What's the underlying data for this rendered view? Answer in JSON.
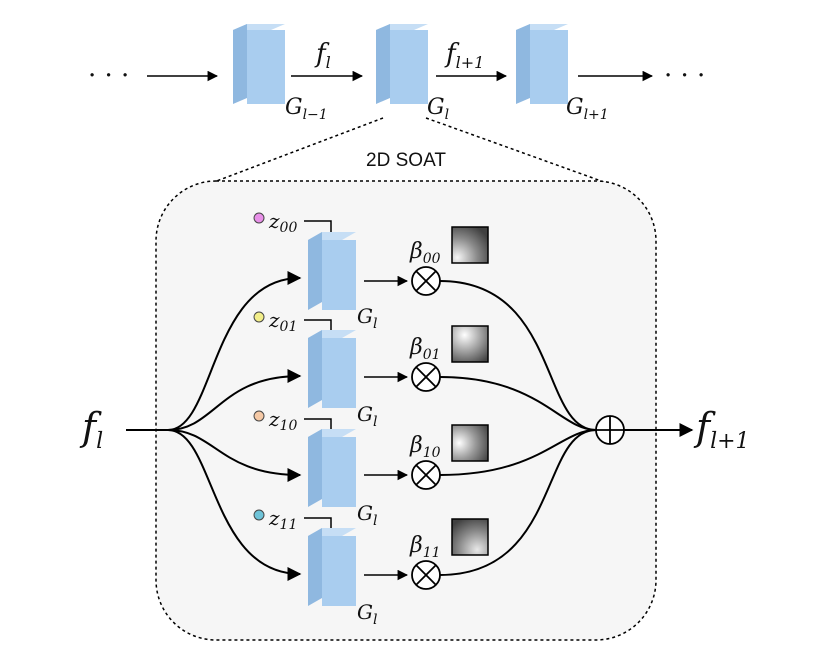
{
  "top_chain": {
    "ellipsis_left": "· · ·",
    "ellipsis_right": "· · ·",
    "blocks": [
      {
        "base": "G",
        "sub": "l−1"
      },
      {
        "base": "G",
        "sub": "l"
      },
      {
        "base": "G",
        "sub": "l+1"
      }
    ],
    "arrows": [
      {
        "base": "f",
        "sub": "l"
      },
      {
        "base": "f",
        "sub": "l+1"
      }
    ]
  },
  "soat": {
    "title": "2D SOAT",
    "input": {
      "base": "f",
      "sub": "l"
    },
    "output": {
      "base": "f",
      "sub": "l+1"
    },
    "branches": [
      {
        "z_base": "z",
        "z_sub": "00",
        "beta_base": "β",
        "beta_sub": "00",
        "g_base": "G",
        "g_sub": "l",
        "dot_color": "#e890e8"
      },
      {
        "z_base": "z",
        "z_sub": "01",
        "beta_base": "β",
        "beta_sub": "01",
        "g_base": "G",
        "g_sub": "l",
        "dot_color": "#f2ee8a"
      },
      {
        "z_base": "z",
        "z_sub": "10",
        "beta_base": "β",
        "beta_sub": "10",
        "g_base": "G",
        "g_sub": "l",
        "dot_color": "#f5c9a6"
      },
      {
        "z_base": "z",
        "z_sub": "11",
        "beta_base": "β",
        "beta_sub": "11",
        "g_base": "G",
        "g_sub": "l",
        "dot_color": "#6ec3d8"
      }
    ]
  },
  "colors": {
    "block_front": "#a9cdef",
    "block_side": "#8fb8e0",
    "block_top": "#c6def5",
    "panel_fill": "#f6f6f6"
  }
}
